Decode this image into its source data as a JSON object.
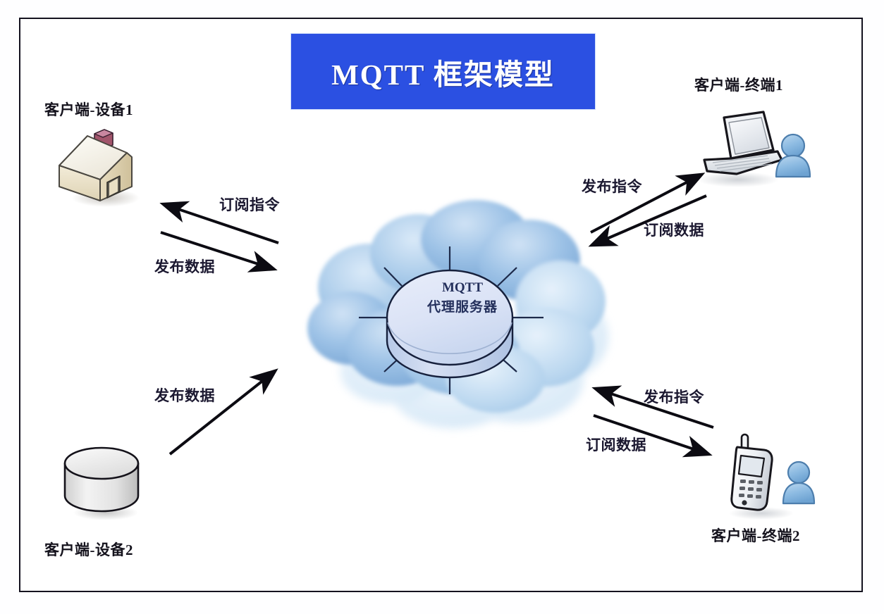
{
  "frame": {
    "border_color": "#14121f"
  },
  "title": {
    "text": "MQTT  框架模型",
    "background": "#2b50e2",
    "text_color": "#ffffff"
  },
  "broker": {
    "line1": "MQTT",
    "line2": "代理服务器",
    "text_color": "#24305c",
    "cloud_color": "#8fb6e0"
  },
  "nodes": [
    {
      "id": "client-device-1",
      "label": "客户端-设备1",
      "icon": "house-icon"
    },
    {
      "id": "client-device-2",
      "label": "客户端-设备2",
      "icon": "database-cylinder-icon"
    },
    {
      "id": "client-terminal-1",
      "label": "客户端-终端1",
      "icon": "laptop-icon"
    },
    {
      "id": "client-terminal-2",
      "label": "客户端-终端2",
      "icon": "mobile-phone-icon"
    }
  ],
  "edges": [
    {
      "id": "edge-subscribe-command-device1",
      "label": "订阅指令",
      "from": "broker",
      "to": "client-device-1"
    },
    {
      "id": "edge-publish-data-device1",
      "label": "发布数据",
      "from": "client-device-1",
      "to": "broker"
    },
    {
      "id": "edge-publish-data-device2",
      "label": "发布数据",
      "from": "client-device-2",
      "to": "broker"
    },
    {
      "id": "edge-publish-command-terminal1",
      "label": "发布指令",
      "from": "broker",
      "to": "client-terminal-1"
    },
    {
      "id": "edge-subscribe-data-terminal1",
      "label": "订阅数据",
      "from": "client-terminal-1",
      "to": "broker"
    },
    {
      "id": "edge-publish-command-terminal2",
      "label": "发布指令",
      "from": "client-terminal-2",
      "to": "broker"
    },
    {
      "id": "edge-subscribe-data-terminal2",
      "label": "订阅数据",
      "from": "broker",
      "to": "client-terminal-2"
    }
  ]
}
